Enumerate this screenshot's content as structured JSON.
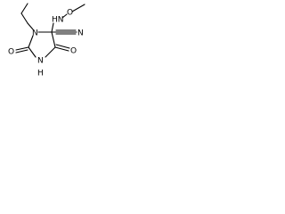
{
  "structure": {
    "atoms": {
      "n1": "N",
      "nh": "HN",
      "o_methoxy": "O",
      "n_nitrile": "N",
      "o_left": "O",
      "o_right": "O",
      "n_ring_bottom": "N",
      "h_ring_bottom": "H"
    }
  },
  "colors": {
    "ink": "#000000",
    "background": "#ffffff"
  }
}
